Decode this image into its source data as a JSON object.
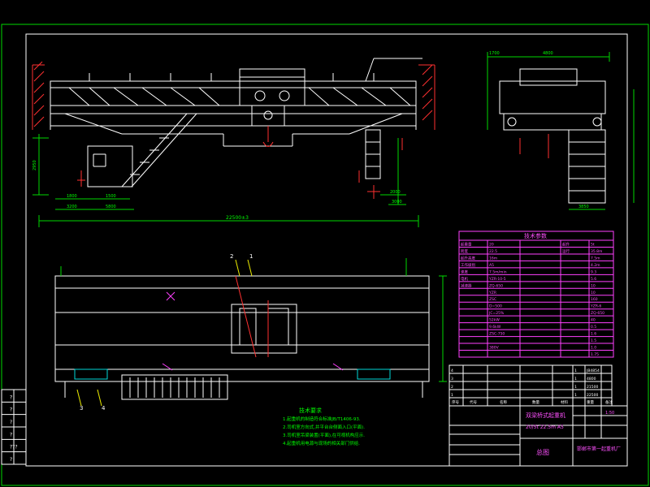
{
  "drawing": {
    "overall_span_dim": "22500±3",
    "dims_left": [
      "1800",
      "5800",
      "3200",
      "1500",
      "2950"
    ],
    "dims_right": [
      "2000",
      "3000"
    ],
    "dim_side_top": "4800",
    "dim_side_small": "1700",
    "dim_side_bottom": "3850",
    "callouts": [
      "1",
      "2",
      "3",
      "4"
    ],
    "tech_notes_title": "技术要求",
    "tech_notes": [
      "1.起重机的制造符合标准JB/T1406-93.",
      "2.司机室方向式,并平台台侧面入口(平面).",
      "3.司机室吊梁装置(平面),在可视机构应示.",
      "4.起重机用电源与现场的相关部门供给."
    ]
  },
  "params_table": {
    "title": "技术参数",
    "rows": [
      [
        "起重量",
        "20",
        "",
        "起升",
        "5t"
      ],
      [
        "跨度",
        "22.5",
        "",
        "运行",
        "35.8m"
      ],
      [
        "起升高度",
        "16m",
        "",
        "",
        "7.5m"
      ],
      [
        "工作级别",
        "A5",
        "",
        "",
        "4.2m"
      ],
      [
        "速度",
        "7.5m/min",
        "",
        "",
        "9.3"
      ],
      [
        "电机",
        "YZR-10-5",
        "",
        "",
        "5.6"
      ],
      [
        "减速器",
        "ZQ-650",
        "",
        "",
        "10"
      ],
      [
        "",
        "YZR",
        "",
        "",
        "10"
      ],
      [
        "",
        "ZSC",
        "",
        "",
        "160"
      ],
      [
        "",
        "D=500",
        "",
        "",
        "YZR-6"
      ],
      [
        "",
        "JC=25%",
        "",
        "",
        "ZQ-650"
      ],
      [
        "",
        "52kW",
        "",
        "",
        "40"
      ],
      [
        "",
        "9.6kW",
        "",
        "",
        "0.5"
      ],
      [
        "",
        "ZSC-750",
        "",
        "",
        "1.6"
      ],
      [
        "",
        "",
        "",
        "",
        "1.5"
      ],
      [
        "",
        "380V",
        "",
        "",
        "1.0"
      ],
      [
        "",
        "",
        "",
        "",
        "1.75"
      ]
    ]
  },
  "parts_list": {
    "rows": [
      [
        "4",
        "",
        "",
        "",
        "",
        "1",
        "JB4854",
        ""
      ],
      [
        "3",
        "",
        "",
        "",
        "",
        "1",
        "4800",
        ""
      ],
      [
        "2",
        "",
        "",
        "",
        "",
        "1",
        "21500",
        ""
      ],
      [
        "1",
        "",
        "",
        "",
        "",
        "1",
        "22500",
        ""
      ]
    ],
    "headers": [
      "序号",
      "代号",
      "名称",
      "数量",
      "材料",
      "重量",
      "备注"
    ]
  },
  "title_block": {
    "drawing_name": "双梁桥式起重机",
    "spec": "20/5t 22.5m A5",
    "sheet_label": "总图",
    "company": "邯郸市第一起重机厂",
    "scale_label": "1:50"
  },
  "stamp_cells": [
    "?",
    "?",
    "?",
    "?",
    "???",
    "?"
  ]
}
